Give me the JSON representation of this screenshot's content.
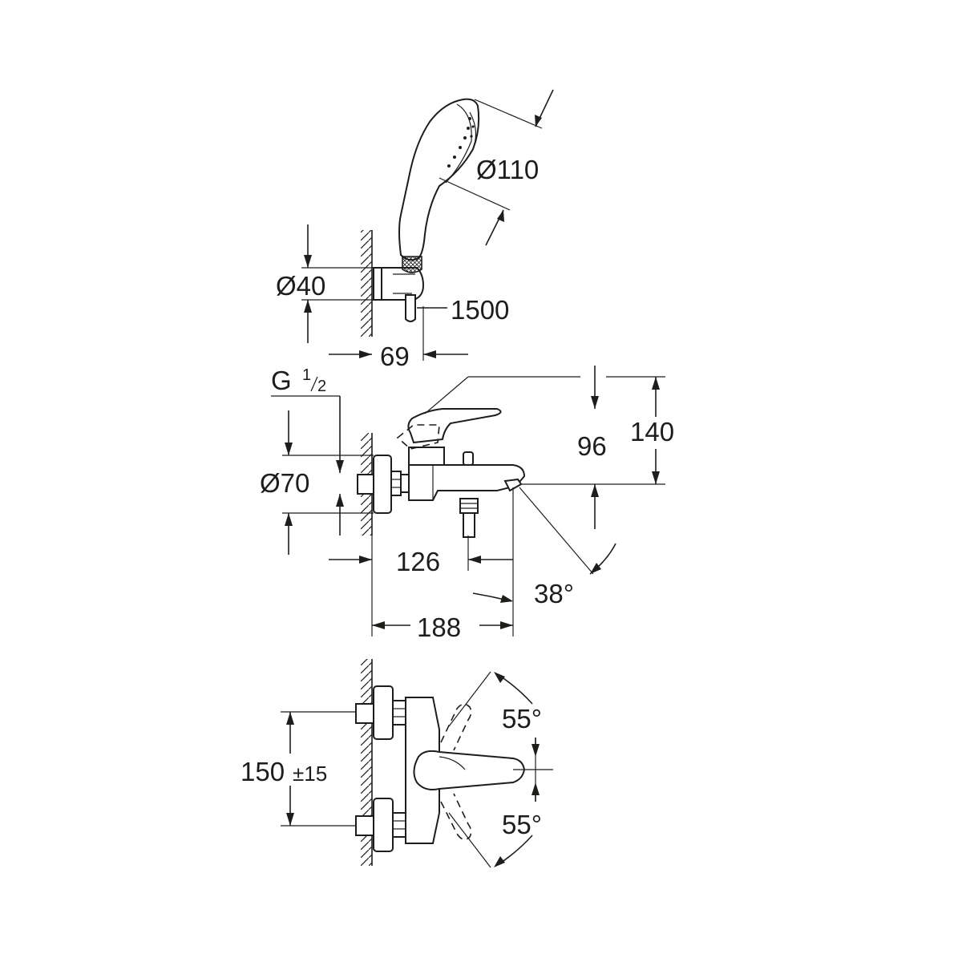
{
  "dimensions": {
    "shower_head_diameter": "Ø110",
    "holder_diameter": "Ø40",
    "hose_length": "1500",
    "holder_depth": "69",
    "connection_thread": "G",
    "thread_fraction_num": "1",
    "thread_fraction_den": "2",
    "escutcheon_diameter": "Ø70",
    "spout_height": "96",
    "total_height": "140",
    "outlet_offset": "126",
    "spout_projection": "188",
    "spout_angle": "38°",
    "connection_spacing": "150",
    "connection_tolerance": "±15",
    "lever_angle_upper": "55°",
    "lever_angle_lower": "55°"
  }
}
